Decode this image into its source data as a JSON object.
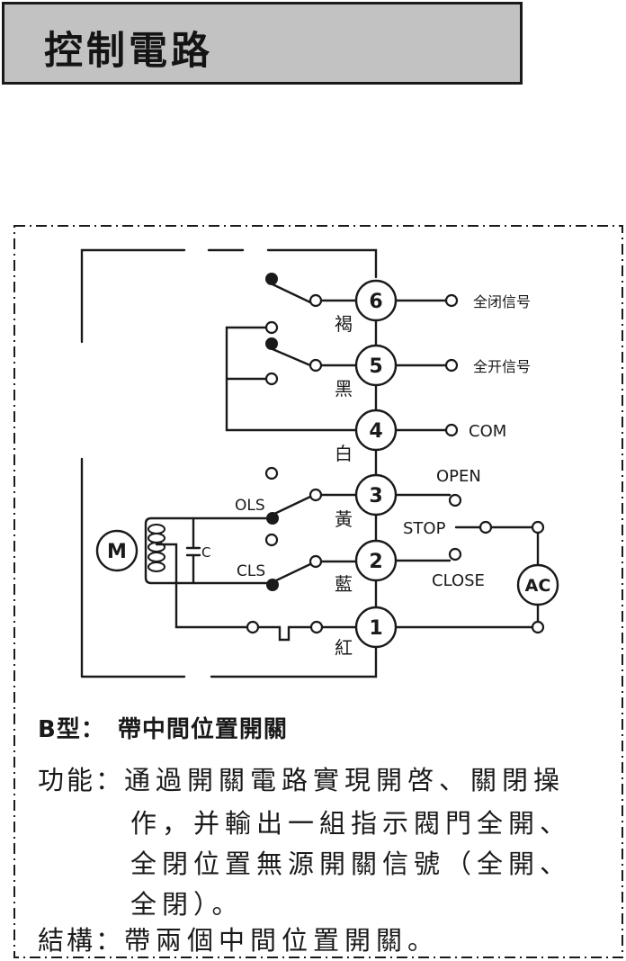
{
  "header": {
    "title": "控制電路"
  },
  "diagram": {
    "terminals": [
      {
        "number": "6",
        "wire_color": "褐",
        "output_label": "全闭信号"
      },
      {
        "number": "5",
        "wire_color": "黑",
        "output_label": "全开信号"
      },
      {
        "number": "4",
        "wire_color": "白",
        "output_label": "COM"
      },
      {
        "number": "3",
        "wire_color": "黃",
        "output_label": "OPEN"
      },
      {
        "number": "2",
        "wire_color": "藍",
        "output_label": "CLOSE"
      },
      {
        "number": "1",
        "wire_color": "紅",
        "output_label": ""
      }
    ],
    "switches": {
      "open_limit": "OLS",
      "close_limit": "CLS"
    },
    "motor_label": "M",
    "capacitor_label": "C",
    "stop_label": "STOP",
    "power_label": "AC"
  },
  "description": {
    "model_label": "B型：",
    "model_title": "帶中間位置開關",
    "function_label": "功能：",
    "function_lines": [
      "通過開關電路實現開啓、關閉操",
      "作，并輸出一組指示閥門全開、",
      "全閉位置無源開關信號（全開、",
      "全閉）。"
    ],
    "structure_label": "結構：",
    "structure_text": "帶兩個中間位置開關。"
  },
  "colors": {
    "header_bg": "#c2c2c2",
    "ink": "#1a1a1a",
    "background": "#ffffff"
  }
}
